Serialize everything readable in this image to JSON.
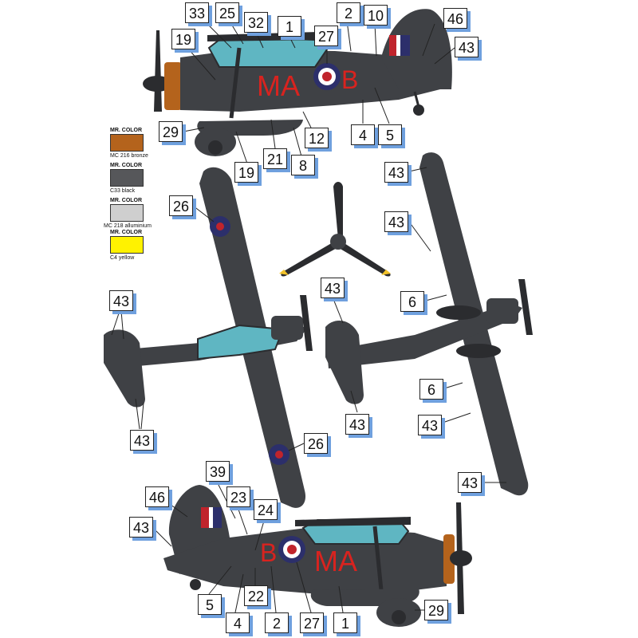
{
  "colors": {
    "aircraft": "#3f4145",
    "aircraft_dark": "#2b2c2f",
    "panel": "#55585c",
    "canopy": "#5fb6c2",
    "code_red": "#d8231f",
    "roundel_blue": "#2c2f6b",
    "roundel_red": "#c0242c",
    "bronze": "#b4631c",
    "prop_tip": "#f2c22a",
    "callout_shadow": "#6fa0de"
  },
  "markings": {
    "side_code_letters": "MA",
    "side_code_individual": "B"
  },
  "legend": [
    {
      "brand": "MR. COLOR",
      "name": "MC 216 bronze",
      "color": "#b4631c"
    },
    {
      "brand": "MR. COLOR",
      "name": "C33 black",
      "color": "#56575a"
    },
    {
      "brand": "MR. COLOR",
      "name": "MC 218 alluminium",
      "color": "#cfcfcf"
    },
    {
      "brand": "MR. COLOR",
      "name": "C4 yellow",
      "color": "#fff200"
    }
  ],
  "callouts": {
    "top_side": [
      "33",
      "25",
      "32",
      "1",
      "2",
      "10",
      "46",
      "19",
      "27",
      "43",
      "29",
      "12",
      "4",
      "5",
      "21",
      "8",
      "19"
    ],
    "upper_wing": [
      "26",
      "43",
      "43",
      "26"
    ],
    "lower_wing": [
      "43",
      "43",
      "43",
      "6",
      "6",
      "43",
      "43",
      "43"
    ],
    "bottom_side": [
      "39",
      "46",
      "23",
      "24",
      "43",
      "5",
      "22",
      "4",
      "2",
      "27",
      "1",
      "29"
    ]
  }
}
